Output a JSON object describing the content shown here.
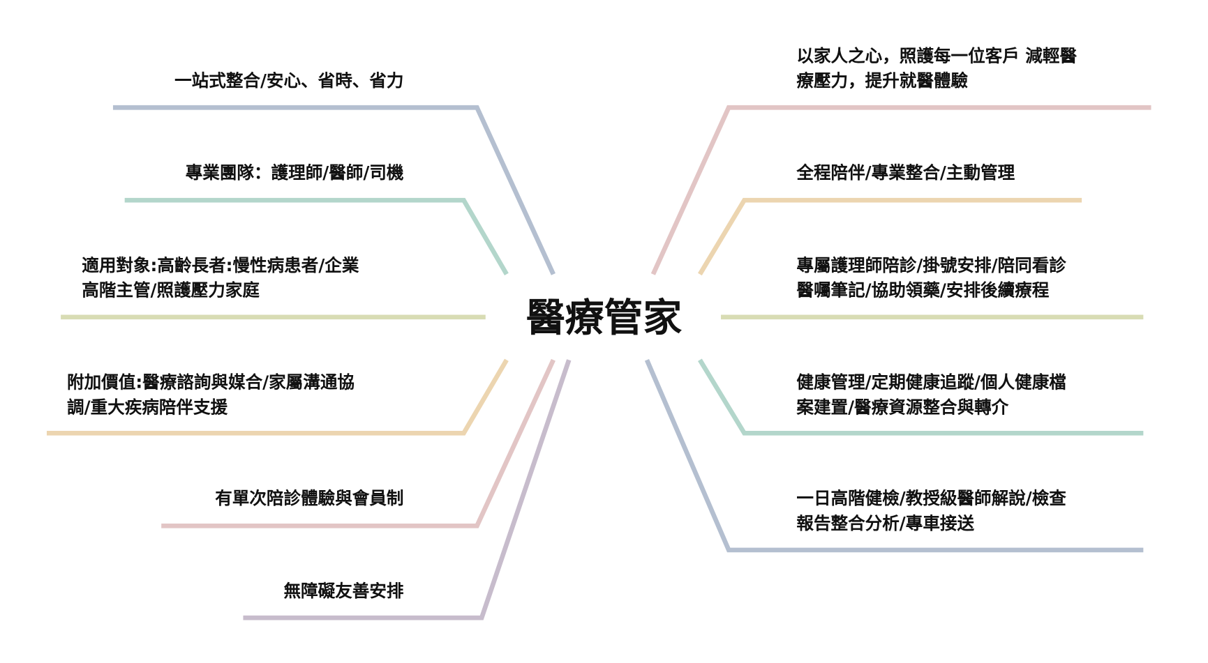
{
  "center": "醫療管家",
  "left": [
    {
      "lines": [
        "一站式整合/安心、省時、省力"
      ],
      "color": "#b4bfd0"
    },
    {
      "lines": [
        "專業團隊：護理師/醫師/司機"
      ],
      "color": "#b3d6cb"
    },
    {
      "lines": [
        "適用對象:高齡長者:慢性病患者/企業",
        "高階主管/照護壓力家庭"
      ],
      "color": "#d8dcb4"
    },
    {
      "lines": [
        "附加價值:醫療諮詢與媒合/家屬溝通協",
        "調/重大疾病陪伴支援"
      ],
      "color": "#ecd5b0"
    },
    {
      "lines": [
        "有單次陪診體驗與會員制"
      ],
      "color": "#e2c5c5"
    },
    {
      "lines": [
        "無障礙友善安排"
      ],
      "color": "#c7bccc"
    }
  ],
  "right": [
    {
      "lines": [
        "以家人之心，照護每一位客戶 減輕醫",
        "療壓力，提升就醫體驗"
      ],
      "color": "#e2c5c5"
    },
    {
      "lines": [
        "全程陪伴/專業整合/主動管理"
      ],
      "color": "#ecd5b0"
    },
    {
      "lines": [
        "專屬護理師陪診/掛號安排/陪同看診",
        "醫囑筆記/協助領藥/安排後續療程"
      ],
      "color": "#d8dcb4"
    },
    {
      "lines": [
        "健康管理/定期健康追蹤/個人健康檔",
        "案建置/醫療資源整合與轉介"
      ],
      "color": "#b3d6cb"
    },
    {
      "lines": [
        "一日高階健檢/教授級醫師解說/檢查",
        "報告整合分析/專車接送"
      ],
      "color": "#b4bfd0"
    }
  ]
}
